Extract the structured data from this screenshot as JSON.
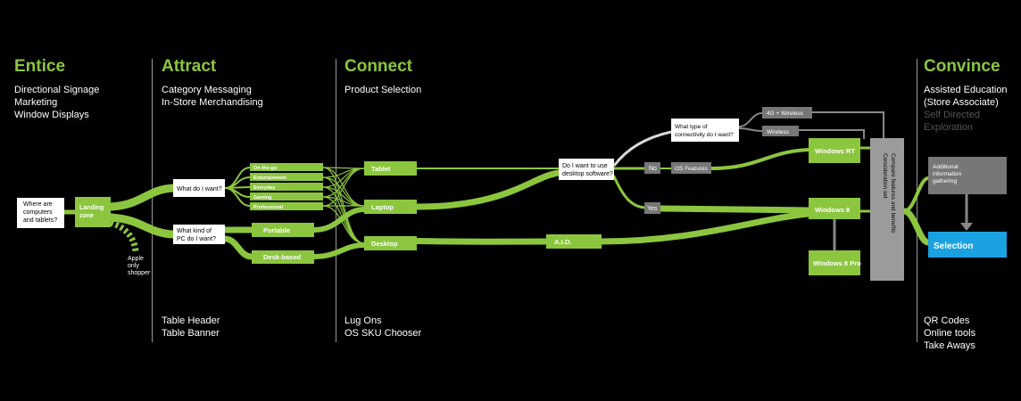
{
  "stages": {
    "entice": {
      "title": "Entice",
      "lines": [
        "Directional Signage",
        "Marketing",
        "Window Displays"
      ]
    },
    "attract": {
      "title": "Attract",
      "lines": [
        "Category Messaging",
        "In-Store Merchandising"
      ],
      "bottom": [
        "Table Header",
        "Table Banner"
      ]
    },
    "connect": {
      "title": "Connect",
      "lines": [
        "Product Selection"
      ],
      "bottom": [
        "Lug Ons",
        "OS SKU Chooser"
      ]
    },
    "convince": {
      "title": "Convince",
      "lines": [
        "Assisted Education",
        "(Store Associate)"
      ],
      "dim_lines": [
        "Self Directed",
        "Exploration"
      ],
      "bottom": [
        "QR Codes",
        "Online tools",
        "Take Aways"
      ]
    }
  },
  "nodes": {
    "start_question": [
      "Where are",
      "computers",
      "and tablets?"
    ],
    "landing": [
      "Landing",
      "zone"
    ],
    "apple": [
      "Apple",
      "only",
      "shopper"
    ],
    "q_what": "What do I want?",
    "q_pc": [
      "What kind of",
      "PC do I want?"
    ],
    "categories": [
      "On-the-go",
      "Entertainment",
      "Everyday",
      "Gaming",
      "Professional"
    ],
    "portable": "Portable",
    "desk_based": "Desk-based",
    "tablet": "Tablet",
    "laptop": "Laptop",
    "desktop": "Desktop",
    "aio": "A.I.O.",
    "q_desktop_sw": [
      "Do I want to use",
      "desktop software?"
    ],
    "no": "No",
    "yes": "Yes",
    "os_features": "OS Features",
    "q_connectivity": [
      "What type of",
      "connectivity do I want?"
    ],
    "opt_4g": "4G + Wireless",
    "opt_wireless": "Wireless",
    "win_rt": "Windows RT",
    "win_8": "Windows 8",
    "win_8_pro": "Windows 8 Pro",
    "consideration": [
      "Consideration set",
      "Compare features and benefits"
    ],
    "additional": [
      "Additional",
      "information",
      "gathering"
    ],
    "selection": "Selection"
  },
  "colors": {
    "accent": "#8cc63f",
    "selection": "#1aa1e1",
    "grey_box": "#777777",
    "bar": "#9b9b9b"
  }
}
